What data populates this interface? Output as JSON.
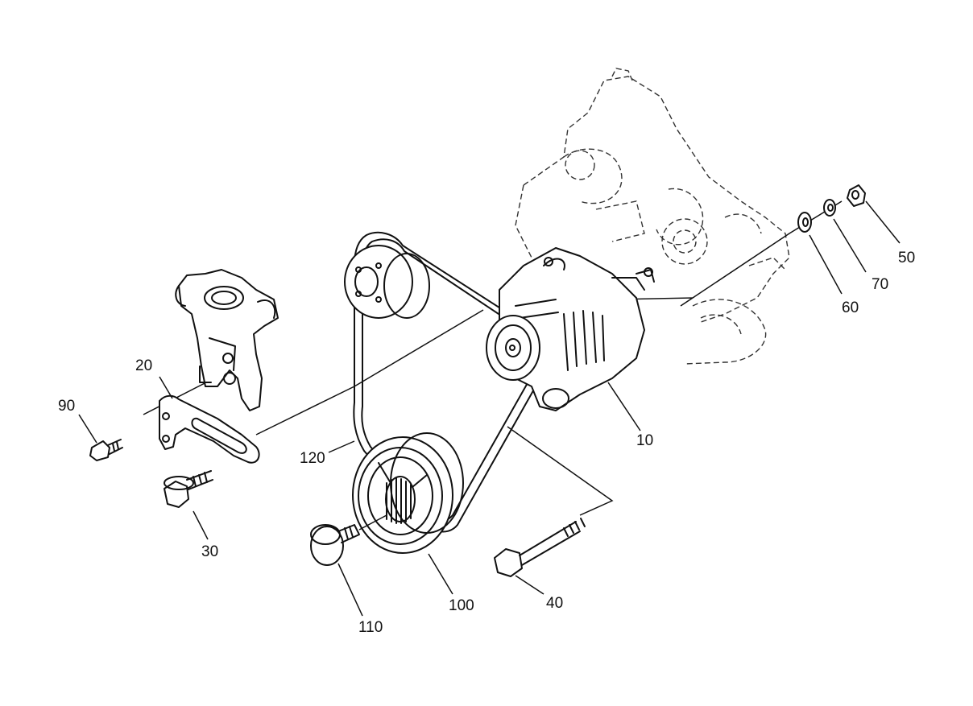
{
  "diagram": {
    "type": "exploded-parts-diagram",
    "line_color": "#111111",
    "background": "#ffffff",
    "callouts": [
      {
        "id": "c10",
        "label": "10"
      },
      {
        "id": "c20",
        "label": "20"
      },
      {
        "id": "c30",
        "label": "30"
      },
      {
        "id": "c40",
        "label": "40"
      },
      {
        "id": "c50",
        "label": "50"
      },
      {
        "id": "c60",
        "label": "60"
      },
      {
        "id": "c70",
        "label": "70"
      },
      {
        "id": "c90",
        "label": "90"
      },
      {
        "id": "c100",
        "label": "100"
      },
      {
        "id": "c110",
        "label": "110"
      },
      {
        "id": "c120",
        "label": "120"
      }
    ]
  }
}
